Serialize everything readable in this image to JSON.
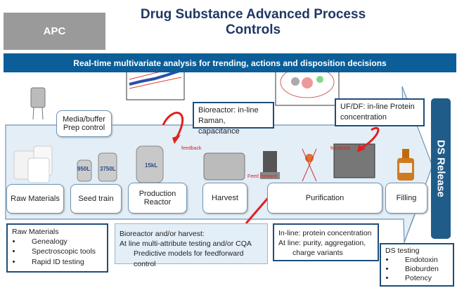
{
  "apc_label": "APC",
  "title": "Drug Substance Advanced Process Controls",
  "banner": "Real-time multivariate analysis for trending, actions and disposition decisions",
  "callouts": {
    "media": [
      "Media/buffer",
      "Prep control"
    ],
    "bioreactor": [
      "Bioreactor: in-line",
      "Raman, capacitance"
    ],
    "ufdf": [
      "UF/DF: in-line Protein",
      "concentration"
    ]
  },
  "arrow_labels": {
    "feedback1": "feedback",
    "feedback2": "feedback",
    "feedforward": "Feed forward"
  },
  "tank_labels": {
    "seed1": "950L",
    "seed2": "3750L",
    "reactor": "15kL"
  },
  "steps": [
    "Raw Materials",
    "Seed train",
    "Production Reactor",
    "Harvest",
    "Purification",
    "Filling"
  ],
  "ds_release": "DS Release",
  "notes": {
    "raw": {
      "title": "Raw Materials",
      "items": [
        "Genealogy",
        "Spectroscopic tools",
        "Rapid ID testing"
      ]
    },
    "harvest": [
      "Bioreactor and/or harvest:",
      "At line multi-attribute testing and/or CQA",
      "Predictive models for feedforward control"
    ],
    "purif": [
      "In-line: protein concentration",
      "At line: purity, aggregation,",
      "charge variants"
    ],
    "ds": {
      "title": "DS testing",
      "items": [
        "Endotoxin",
        "Bioburden",
        "Potency"
      ]
    }
  },
  "colors": {
    "navy": "#1f3864",
    "banner": "#0b5e97",
    "band": "#e3eef7",
    "arrow": "#e02020"
  }
}
